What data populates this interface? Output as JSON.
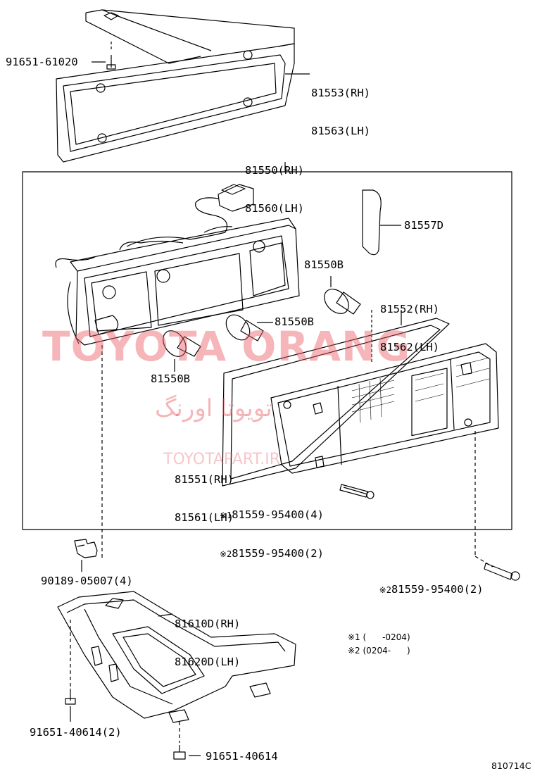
{
  "watermark": {
    "main": "TOYOTA ORANG",
    "persian": "تویوتا اورنگ",
    "url": "TOYOTAPART.IR"
  },
  "parts": {
    "bolt_top": "91651-61020",
    "bracket_rh": "81553(RH)",
    "bracket_lh": "81563(LH)",
    "lamp_rh": "81550(RH)",
    "lamp_lh": "81560(LH)",
    "reflector": "81557D",
    "bulb_a": "81550B",
    "bulb_b": "81550B",
    "bulb_c": "81550B",
    "gasket_rh": "81552(RH)",
    "gasket_lh": "81562(LH)",
    "lens_rh": "81551(RH)",
    "lens_lh": "81561(LH)",
    "screw1_mark": "※1",
    "screw1": "81559-95400(4)",
    "screw2_mark": "※2",
    "screw2": "81559-95400(2)",
    "screw3_mark": "※2",
    "screw3": "81559-95400(2)",
    "nut": "90189-05007(4)",
    "cover_rh": "81610D(RH)",
    "cover_lh": "81620D(LH)",
    "bolt_left": "91651-40614(2)",
    "bolt_bottom": "91651-40614"
  },
  "notes": {
    "note1": "※1 (      -0204)",
    "note2": "※2 (0204-      )"
  },
  "diagram_id": "810714C"
}
